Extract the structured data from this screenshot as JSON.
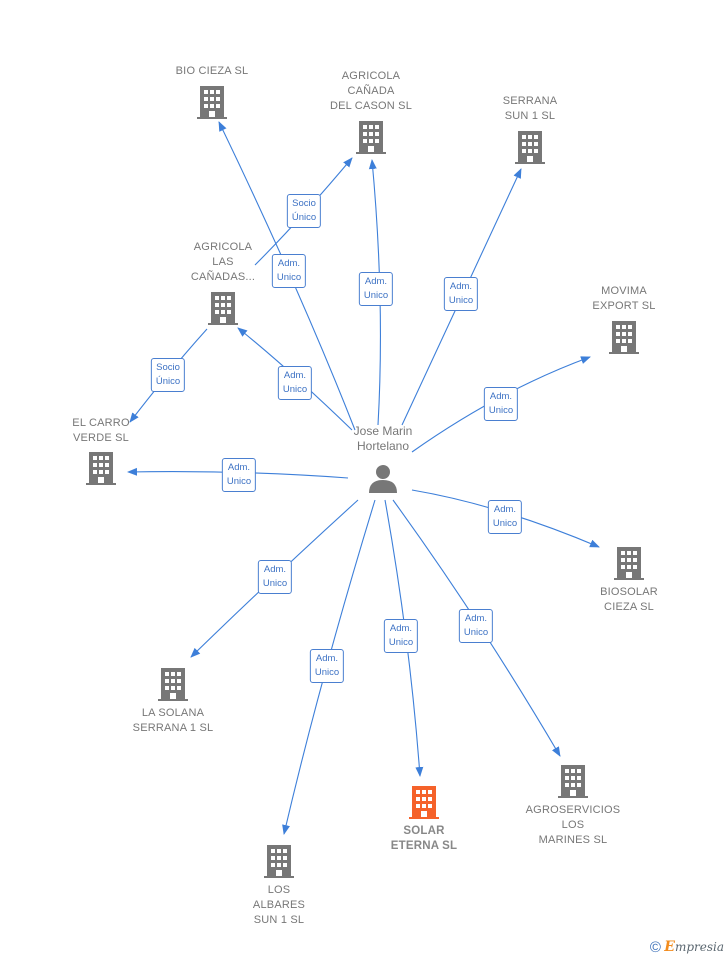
{
  "center": {
    "name": "Jose Marin\nHortelano"
  },
  "colors": {
    "company": "#777777",
    "highlight": "#f5622a",
    "edge": "#3d7fd9"
  },
  "companies": [
    {
      "id": "bio-cieza",
      "name": "BIO CIEZA  SL"
    },
    {
      "id": "agricola-canada",
      "name": "AGRICOLA\nCAÑADA\nDEL CASON  SL"
    },
    {
      "id": "serrana-sun",
      "name": "SERRANA\nSUN 1  SL"
    },
    {
      "id": "agricola-las-canadas",
      "name": "AGRICOLA\nLAS\nCAÑADAS..."
    },
    {
      "id": "movima",
      "name": "MOVIMA\nEXPORT SL"
    },
    {
      "id": "el-carro",
      "name": "EL CARRO\nVERDE  SL"
    },
    {
      "id": "biosolar",
      "name": "BIOSOLAR\nCIEZA  SL"
    },
    {
      "id": "la-solana",
      "name": "LA SOLANA\nSERRANA 1  SL"
    },
    {
      "id": "agroservicios",
      "name": "AGROSERVICIOS\nLOS\nMARINES  SL"
    },
    {
      "id": "solar-eterna",
      "name": "SOLAR\nETERNA  SL",
      "highlight": true
    },
    {
      "id": "los-albares",
      "name": "LOS\nALBARES\nSUN 1  SL"
    }
  ],
  "edges": [
    {
      "to": "bio-cieza",
      "label": "Adm.\nUnico"
    },
    {
      "to": "agricola-canada",
      "label": "Adm.\nUnico"
    },
    {
      "to": "serrana-sun",
      "label": "Adm.\nUnico"
    },
    {
      "to": "agricola-las-canadas",
      "label": "Adm.\nUnico"
    },
    {
      "to": "movima",
      "label": "Adm.\nUnico"
    },
    {
      "to": "el-carro",
      "label": "Adm.\nUnico"
    },
    {
      "to": "biosolar",
      "label": "Adm.\nUnico"
    },
    {
      "to": "la-solana",
      "label": "Adm.\nUnico"
    },
    {
      "to": "agroservicios",
      "label": "Adm.\nUnico"
    },
    {
      "to": "solar-eterna",
      "label": "Adm.\nUnico"
    },
    {
      "to": "los-albares",
      "label": "Adm.\nUnico"
    },
    {
      "from": "agricola-las-canadas",
      "to": "agricola-canada",
      "label": "Socio\nÚnico"
    },
    {
      "from": "agricola-las-canadas",
      "to": "el-carro",
      "label": "Socio\nÚnico"
    }
  ],
  "footer": {
    "copyright": "©",
    "brand_initial": "E",
    "brand_rest": "mpresia"
  }
}
